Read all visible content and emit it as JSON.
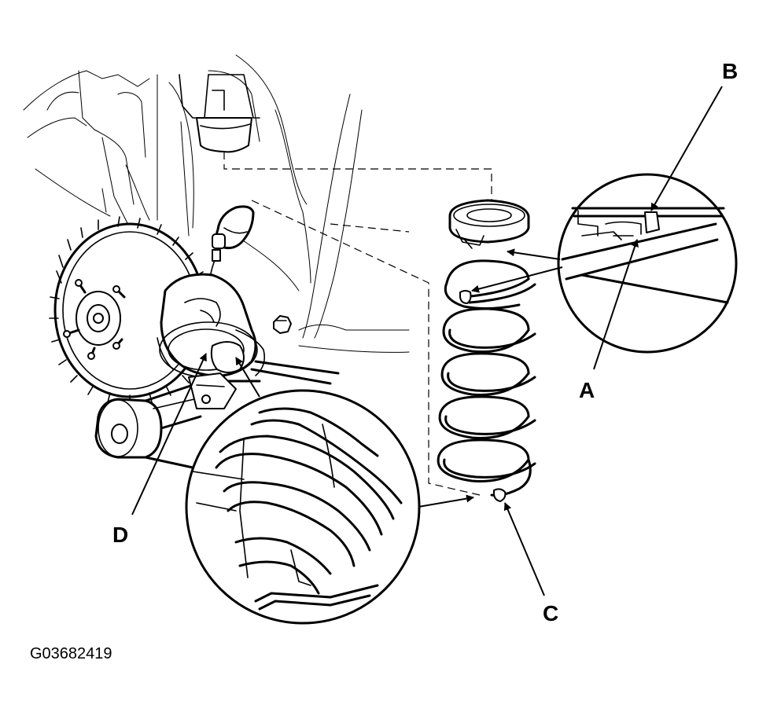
{
  "labels": {
    "a": "A",
    "b": "B",
    "c": "C",
    "d": "D"
  },
  "figure_id": "G03682419",
  "colors": {
    "ink": "#000000",
    "paper": "#ffffff"
  }
}
